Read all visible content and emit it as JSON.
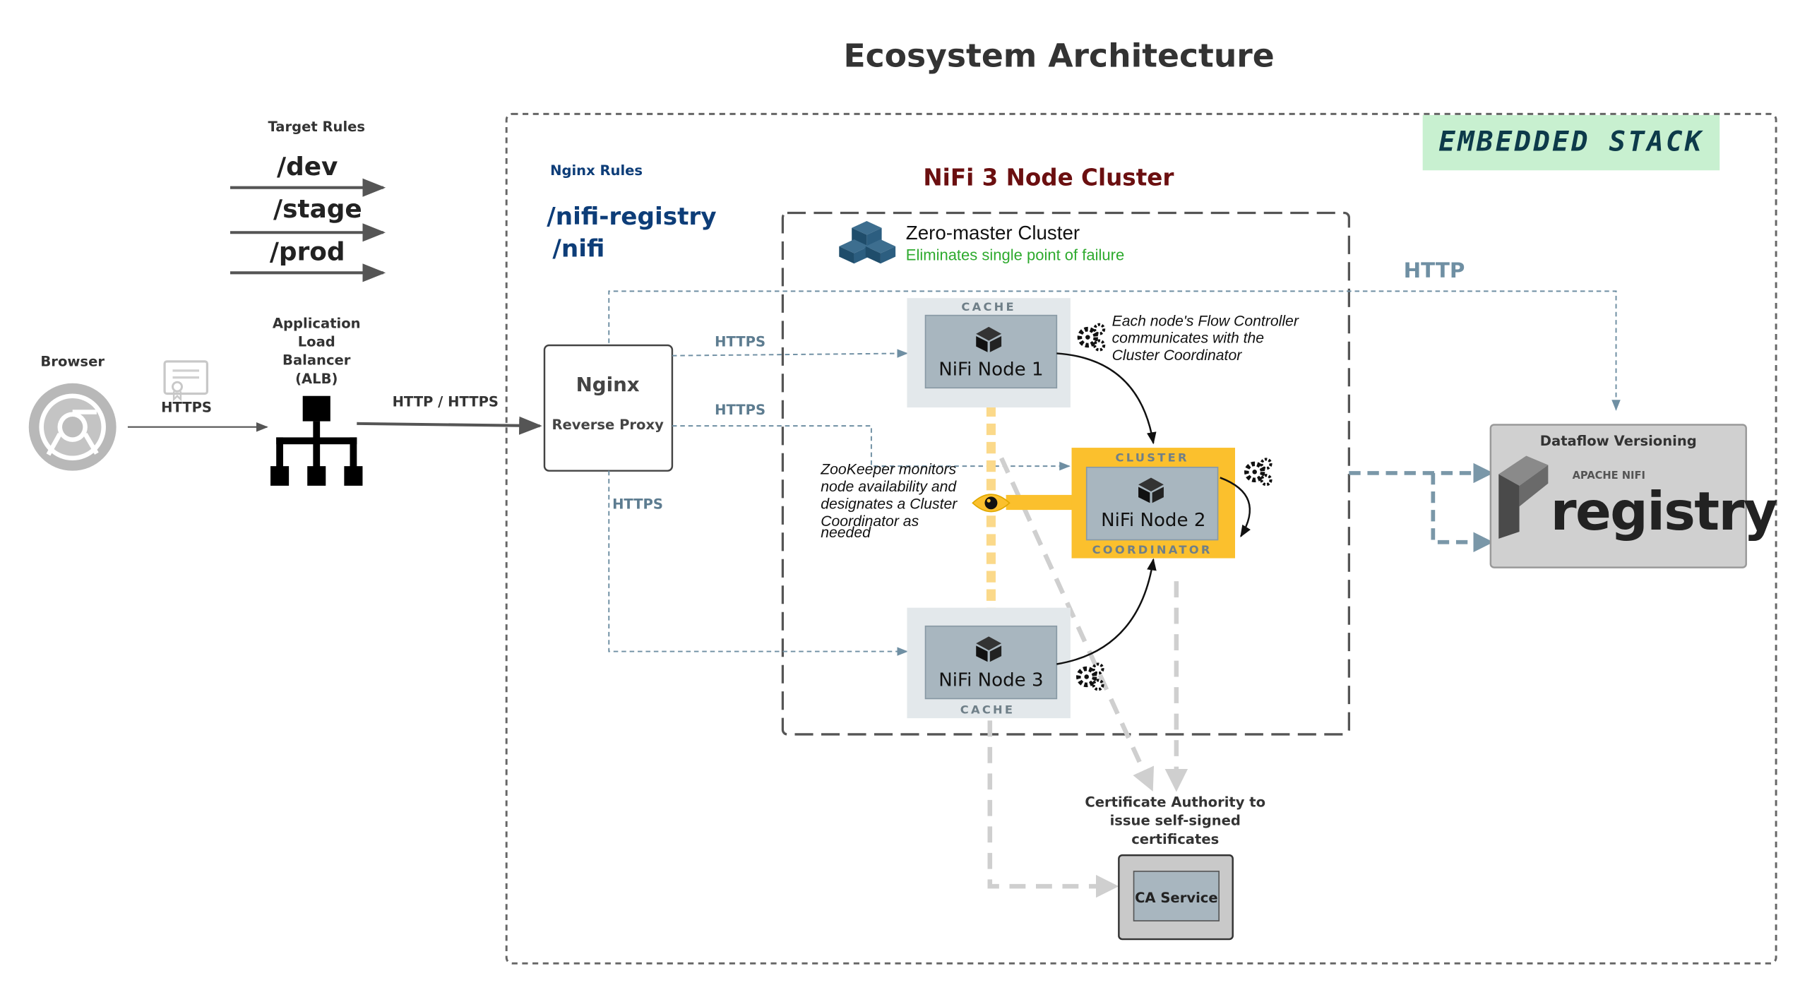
{
  "title": "Ecosystem Architecture",
  "target_rules": {
    "heading": "Target Rules",
    "routes": [
      "/dev",
      "/stage",
      "/prod"
    ]
  },
  "browser": {
    "label": "Browser",
    "icon": "chrome-icon"
  },
  "cert_link": {
    "label": "HTTPS",
    "icon": "certificate-icon"
  },
  "alb": {
    "lines": [
      "Application",
      "Load",
      "Balancer",
      "(ALB)"
    ],
    "icon": "network-hierarchy-icon"
  },
  "alb_to_nginx": "HTTP / HTTPS",
  "nginx_rules": {
    "heading": "Nginx Rules",
    "rules": [
      "/nifi-registry",
      "/nifi"
    ]
  },
  "nginx": {
    "name": "Nginx",
    "sub": "Reverse Proxy"
  },
  "links": {
    "to_node1": "HTTPS",
    "to_node2": "HTTPS",
    "to_node3": "HTTPS",
    "to_registry": "HTTP"
  },
  "embedded_stack": "EMBEDDED STACK",
  "cluster": {
    "title": "NiFi 3 Node Cluster",
    "zero_master": "Zero-master Cluster",
    "zero_master_sub": "Eliminates single point of failure",
    "icon": "cubes-icon"
  },
  "nodes": [
    {
      "name": "NiFi Node 1",
      "caption": "CACHE"
    },
    {
      "name": "NiFi Node 2",
      "caption_top": "CLUSTER",
      "caption_bottom": "COORDINATOR"
    },
    {
      "name": "NiFi Node 3",
      "caption": "CACHE"
    }
  ],
  "flow_note": [
    "Each node's Flow Controller",
    "communicates with the",
    "Cluster Coordinator"
  ],
  "zookeeper_note": [
    "ZooKeeper monitors",
    "node availability and",
    "designates a Cluster",
    "Coordinator as",
    "needed"
  ],
  "ca": {
    "label_lines": [
      "Certificate Authority to",
      "issue self-signed",
      "certificates"
    ],
    "service": "CA Service"
  },
  "registry": {
    "heading": "Dataflow Versioning",
    "brand_small": "APACHE NIFI",
    "brand_big": "registry"
  },
  "colors": {
    "accent_yellow": "#fbc02d",
    "dashed_blue": "#6f8fa3",
    "node_fill": "#a8b6bf",
    "cluster_title": "#6b0f10",
    "nginx_rules": "#0d3d78",
    "embedded_bg": "#c8f0d0",
    "embedded_text": "#0d3a4a",
    "zero_master_sub": "#2eaa2e"
  }
}
